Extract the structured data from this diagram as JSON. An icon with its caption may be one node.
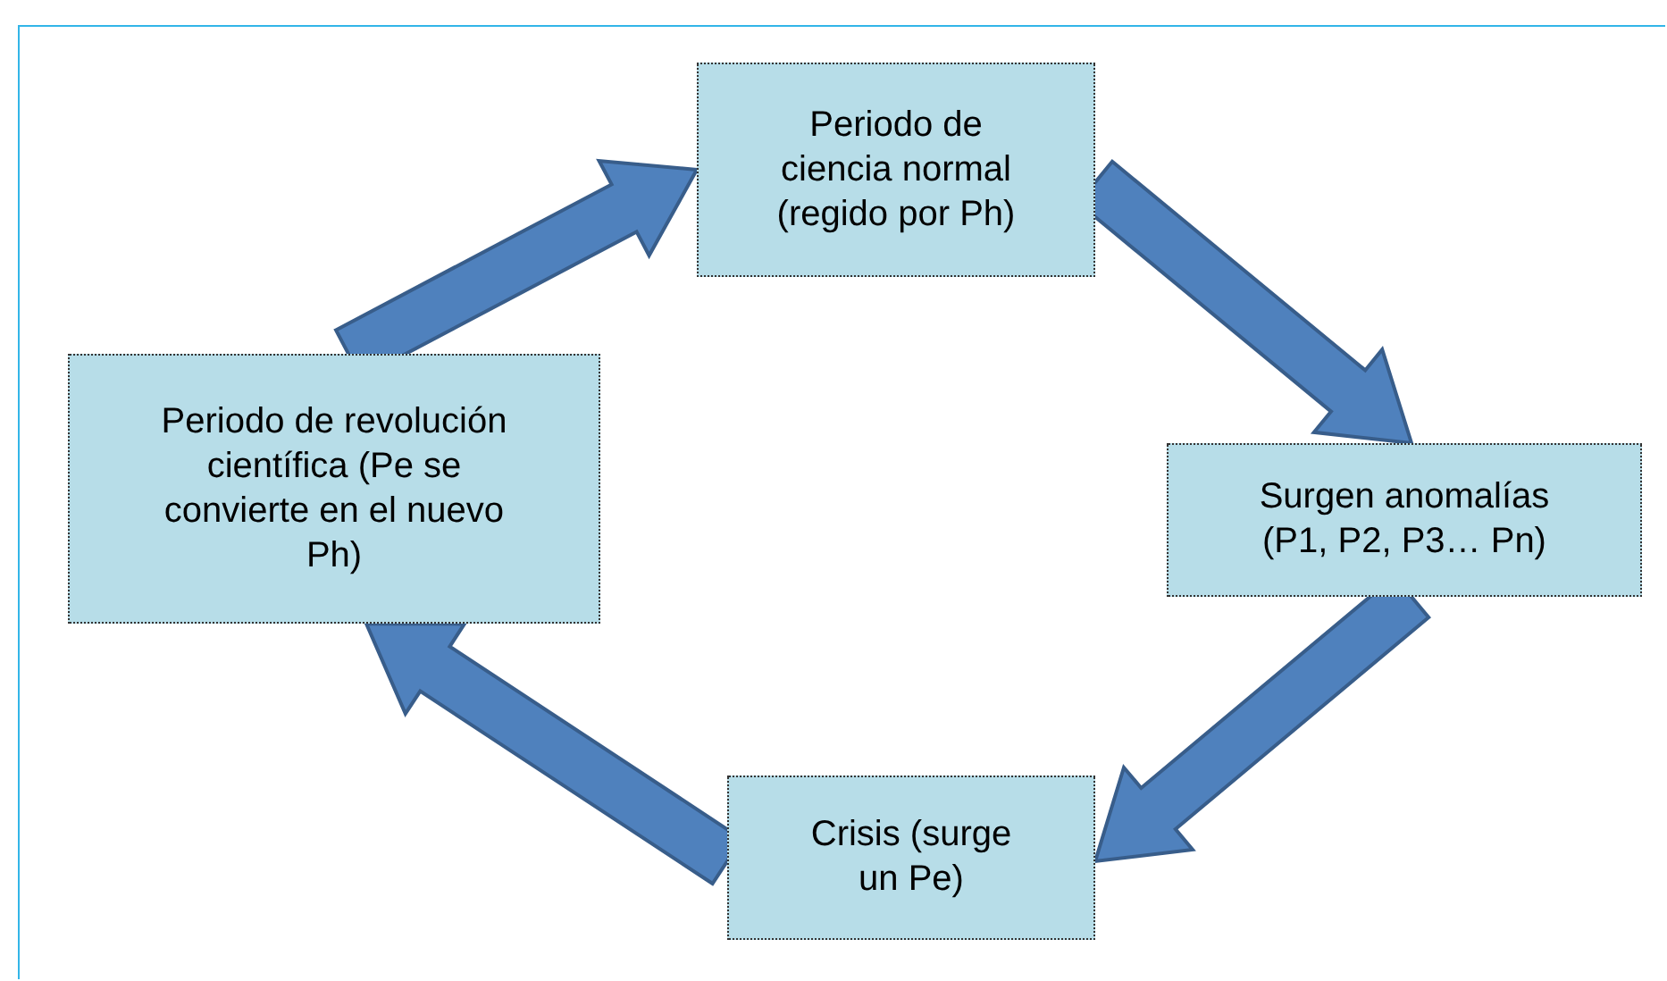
{
  "diagram": {
    "nodes": [
      {
        "text": [
          "Periodo de ciencia normal (regido por Ph)"
        ]
      },
      {
        "text": [
          "Surgen anomalías (P1, P2, P3… Pn)"
        ]
      },
      {
        "text": [
          "Crisis (surge un Pe)"
        ]
      },
      {
        "text": [
          "Periodo de revolución científica (Pe se convierte en el nuevo Ph)"
        ]
      }
    ],
    "edges": [
      {
        "from": 0,
        "to": 1,
        "arrow": "to"
      },
      {
        "from": 1,
        "to": 2,
        "arrow": "to"
      },
      {
        "from": 2,
        "to": 3,
        "arrow": "to"
      },
      {
        "from": 3,
        "to": 0,
        "arrow": "to"
      }
    ]
  }
}
